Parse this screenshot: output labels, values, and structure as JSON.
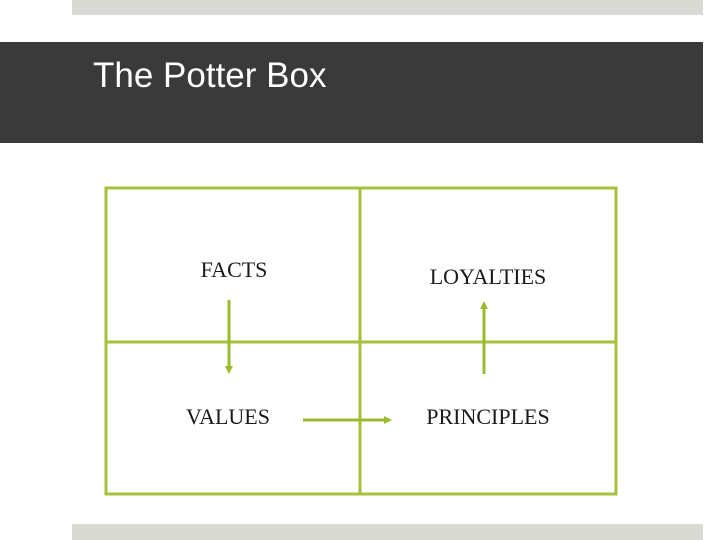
{
  "slide": {
    "title": "The Potter Box"
  },
  "diagram": {
    "quadrants": [
      {
        "id": "facts",
        "label": "FACTS"
      },
      {
        "id": "loyalties",
        "label": "LOYALTIES"
      },
      {
        "id": "values",
        "label": "VALUES"
      },
      {
        "id": "principles",
        "label": "PRINCIPLES"
      }
    ],
    "flow": [
      "FACTS",
      "VALUES",
      "PRINCIPLES",
      "LOYALTIES"
    ],
    "colors": {
      "border": "#a6c23a",
      "arrow": "#9abb2e",
      "title_band": "#3a3a3a",
      "accent_bar": "#d9dad4"
    }
  }
}
